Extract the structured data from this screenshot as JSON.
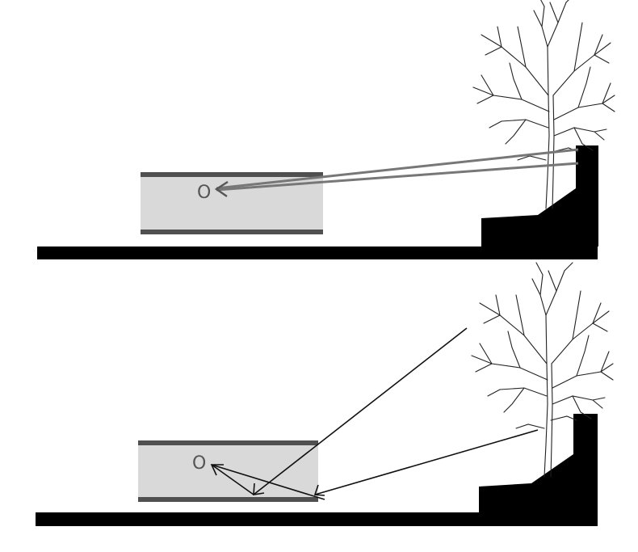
{
  "panels": [
    {
      "observer_label": "O",
      "view": "direct-line-of-sight"
    },
    {
      "observer_label": "O",
      "view": "reflected-line-of-sight"
    }
  ],
  "colors": {
    "ground": "#000000",
    "window_fill": "#d9d9d9",
    "window_edge": "#505050",
    "sight_line_top": "#777777",
    "sight_line_bottom": "#222222"
  },
  "icons": [
    "tree-icon",
    "arrow-icon"
  ]
}
